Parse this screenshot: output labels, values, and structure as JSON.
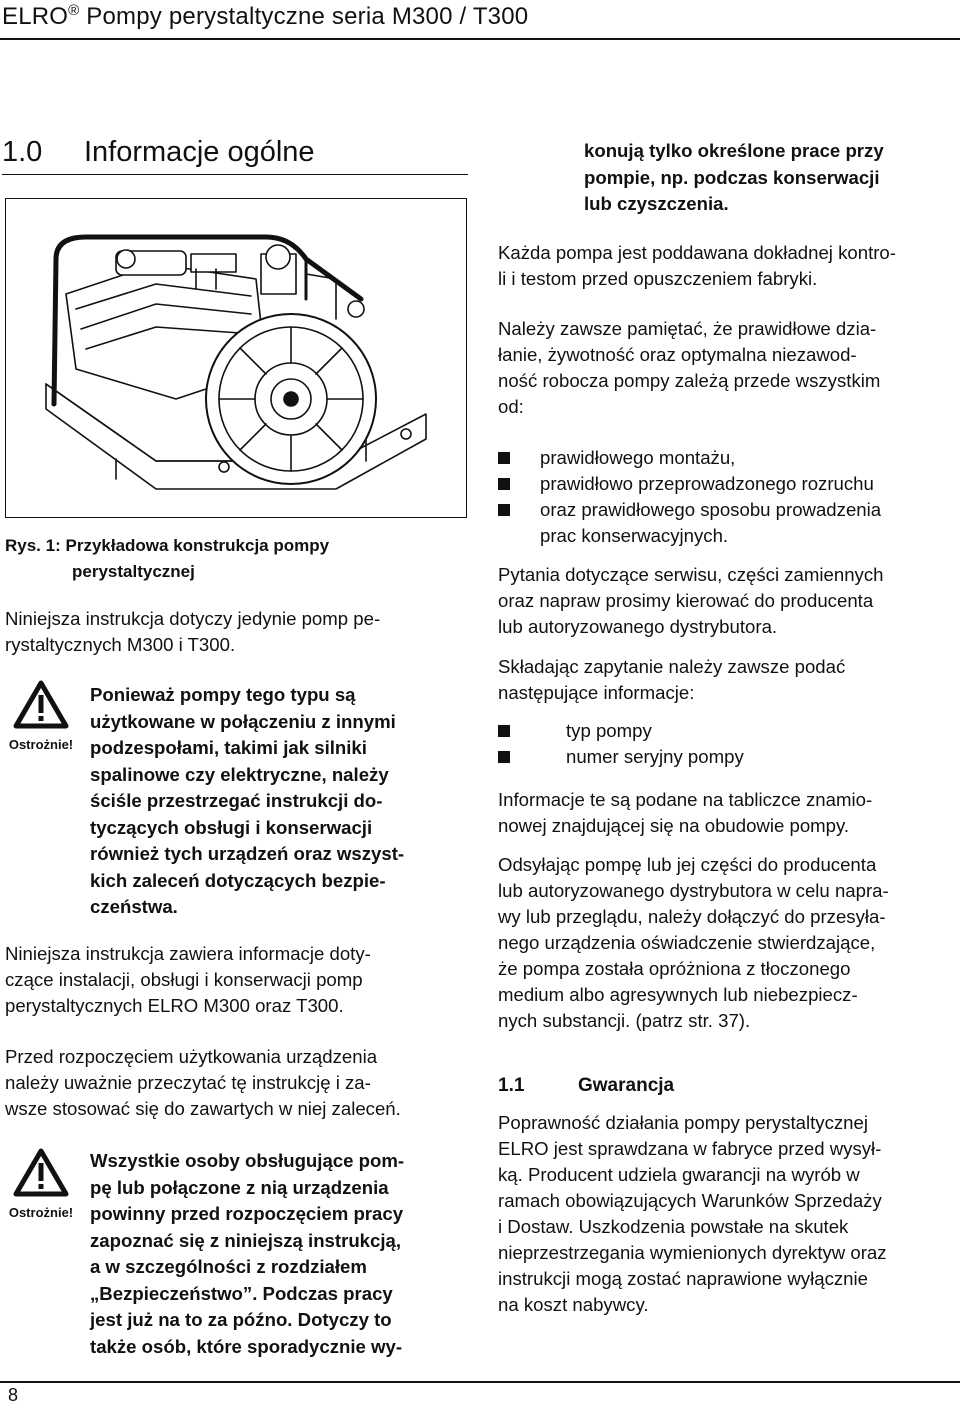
{
  "header": {
    "brand": "ELRO",
    "reg": "®",
    "title": "Pompy perystaltyczne seria M300 / T300"
  },
  "section": {
    "number": "1.0",
    "title": "Informacje ogólne"
  },
  "figure": {
    "caption_label": "Rys. 1:",
    "caption_line1": "Przykładowa konstrukcja pompy",
    "caption_line2": "perystaltycznej"
  },
  "left": {
    "p1": [
      "Niniejsza instrukcja dotyczy jedynie pomp pe-",
      "rystaltycznych M300 i T300."
    ],
    "warn1": [
      "Ponieważ pompy tego typu są",
      "użytkowane w połączeniu z innymi",
      "podzespołami, takimi jak silniki",
      "spalinowe czy elektryczne, należy",
      "ściśle przestrzegać instrukcji do-",
      "tyczących obsługi i konserwacji",
      "również tych urządzeń oraz wszyst-",
      "kich zaleceń dotyczących bezpie-",
      "czeństwa."
    ],
    "p2": [
      "Niniejsza instrukcja zawiera informacje doty-",
      "czące instalacji, obsługi i konserwacji pomp",
      "perystaltycznych ELRO M300 oraz T300."
    ],
    "p3": [
      "Przed rozpoczęciem użytkowania urządzenia",
      "należy uważnie przeczytać tę instrukcję i za-",
      "wsze stosować się do zawartych w niej zaleceń."
    ],
    "warn2": [
      "Wszystkie osoby obsługujące pom-",
      "pę lub połączone z nią urządzenia",
      "powinny przed rozpoczęciem pracy",
      "zapoznać się z niniejszą instrukcją,",
      "a w szczególności z rozdziałem",
      "„Bezpieczeństwo”. Podczas pracy",
      "jest już na to za późno. Dotyczy to",
      "także osób, które sporadycznie wy-"
    ]
  },
  "warning_label": "Ostrożnie!",
  "right": {
    "cont": [
      "konują tylko określone prace przy",
      "pompie, np. podczas konserwacji",
      "lub czyszczenia."
    ],
    "p1": [
      "Każda pompa jest poddawana dokładnej kontro-",
      "li i testom przed opuszczeniem fabryki."
    ],
    "p2": [
      "Należy zawsze pamiętać, że prawidłowe dzia-",
      "łanie, żywotność oraz optymalna niezawod-",
      "ność robocza pompy zależą przede wszystkim",
      "od:"
    ],
    "list1": [
      [
        "prawidłowego montażu,"
      ],
      [
        "prawidłowo przeprowadzonego rozruchu"
      ],
      [
        "oraz prawidłowego sposobu prowadzenia",
        "prac konserwacyjnych."
      ]
    ],
    "p3": [
      "Pytania dotyczące serwisu, części zamiennych",
      "oraz napraw prosimy kierować do producenta",
      "lub autoryzowanego dystrybutora."
    ],
    "p4": [
      "Składając zapytanie należy zawsze podać",
      "następujące informacje:"
    ],
    "list2": [
      "typ pompy",
      "numer seryjny pompy"
    ],
    "p5": [
      "Informacje te są podane na tabliczce znamio-",
      "nowej znajdującej się na obudowie pompy."
    ],
    "p6": [
      "Odsyłając pompę lub jej części do producenta",
      "lub autoryzowanego dystrybutora w celu napra-",
      "wy lub przeglądu, należy dołączyć do przesyła-",
      "nego urządzenia oświadczenie stwierdzające,",
      "że pompa została opróżniona z tłoczonego",
      "medium albo agresywnych lub niebezpiecz-",
      "nych substancji. (patrz str. 37)."
    ],
    "sub_number": "1.1",
    "sub_title": "Gwarancja",
    "p7": [
      "Poprawność działania pompy perystaltycznej",
      "ELRO jest sprawdzana w fabryce przed wysył-",
      "ką. Producent udziela gwarancji na wyrób w",
      "ramach obowiązujących Warunków Sprzedaży",
      "i Dostaw. Uszkodzenia powstałe na skutek",
      "nieprzestrzegania wymienionych dyrektyw oraz",
      "instrukcji mogą zostać naprawione wyłącznie",
      "na koszt nabywcy."
    ]
  },
  "footer": {
    "page": "8"
  }
}
